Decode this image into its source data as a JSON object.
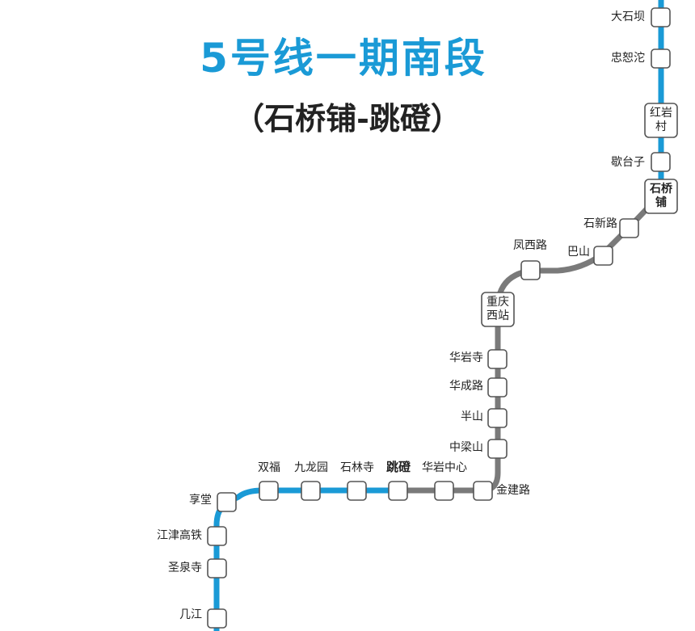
{
  "title": "5号线一期南段",
  "subtitle": "（石桥铺-跳磴）",
  "colors": {
    "line_blue": "#1a9ad6",
    "line_gray": "#7a7a7a",
    "station_border": "#555555",
    "station_fill": "#ffffff"
  },
  "stations": {
    "dashiba": "大石坝",
    "zhongnuotuo": "忠恕沱",
    "hongyancun": "红岩村",
    "getaizi": "歇台子",
    "shiqiaopu": "石桥铺",
    "shixinlu": "石新路",
    "bashan": "巴山",
    "fengxilu": "凤西路",
    "chongqingxizhan": "重庆西站",
    "huayansi": "华岩寺",
    "huachenglu": "华成路",
    "banshan": "半山",
    "zhongliangshan": "中梁山",
    "jinjianlu": "金建路",
    "huayanzhongxin": "华岩中心",
    "tiaodeng": "跳磴",
    "shilinsi": "石林寺",
    "jiulongyuan": "九龙园",
    "shuangfu": "双福",
    "xiangtang": "享堂",
    "jiangjingaotie": "江津高铁",
    "shengquansi": "圣泉寺",
    "jijiang": "几江"
  }
}
